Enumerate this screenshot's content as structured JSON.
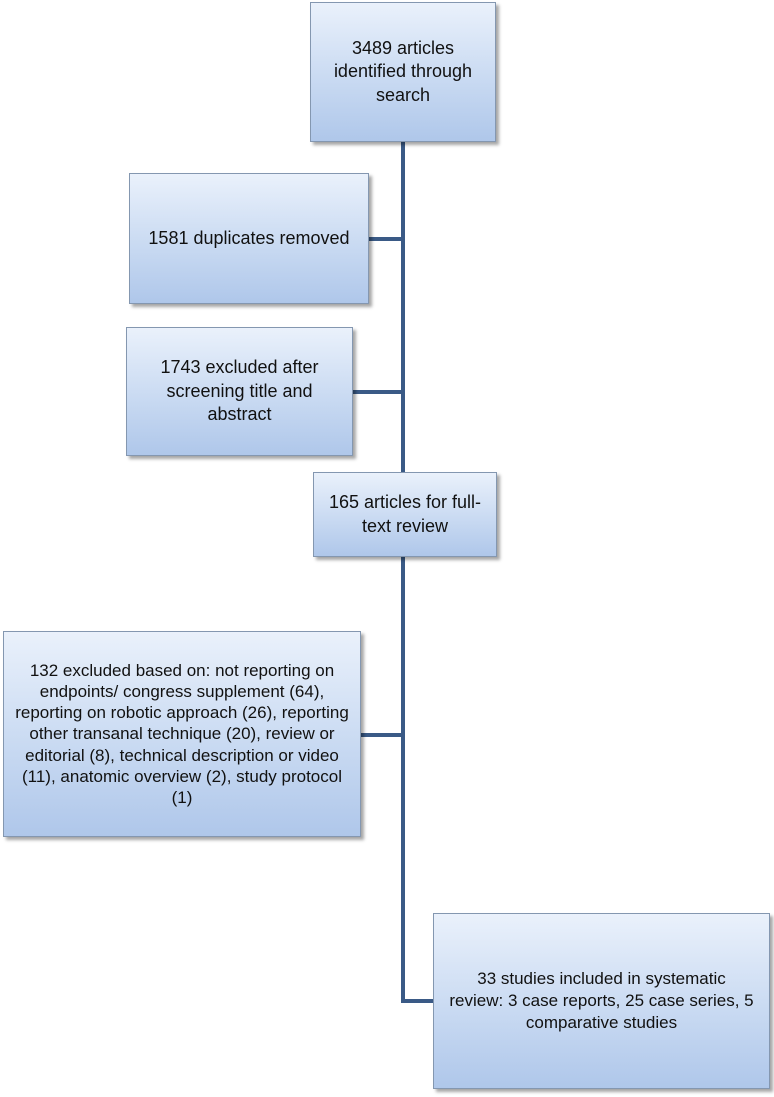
{
  "flowchart": {
    "identified": "3489 articles identified through search",
    "duplicates_removed": "1581 duplicates removed",
    "excluded_screening": "1743 excluded after screening title and abstract",
    "full_text_review": "165 articles for full-text review",
    "excluded_full_text": "132 excluded based on: not reporting on endpoints/ congress supplement (64), reporting on robotic approach (26), reporting other transanal technique (20), review or editorial (8), technical description or video (11), anatomic overview (2), study protocol (1)",
    "included": "33 studies included in systematic review: 3 case reports, 25 case series, 5 comparative studies"
  },
  "colors": {
    "box_fill_top": "#eaf1fb",
    "box_fill_bottom": "#afc7ea",
    "box_border": "#8497b0",
    "connector": "#3a5a86"
  }
}
